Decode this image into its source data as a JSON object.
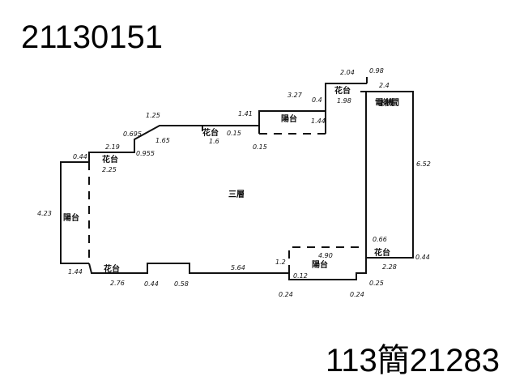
{
  "case_number": "21130151",
  "doc_number": "113簡21283",
  "floor_label": "三層",
  "rooms": {
    "balcony": "陽台",
    "flower_bed": "花台",
    "elevator_room": "電梯機間"
  },
  "dimensions": [
    "1.25",
    "0.695",
    "1.65",
    "2.19",
    "0.955",
    "0.44",
    "2.25",
    "1.41",
    "1.6",
    "0.15",
    "0.15",
    "3.27",
    "0.4",
    "1.44",
    "2.04",
    "0.98",
    "1.98",
    "2.4",
    "6.52",
    "4.23",
    "1.44",
    "2.76",
    "0.44",
    "0.58",
    "5.64",
    "1.2",
    "0.12",
    "4.90",
    "0.24",
    "0.24",
    "0.25",
    "0.66",
    "2.28",
    "0.44"
  ]
}
